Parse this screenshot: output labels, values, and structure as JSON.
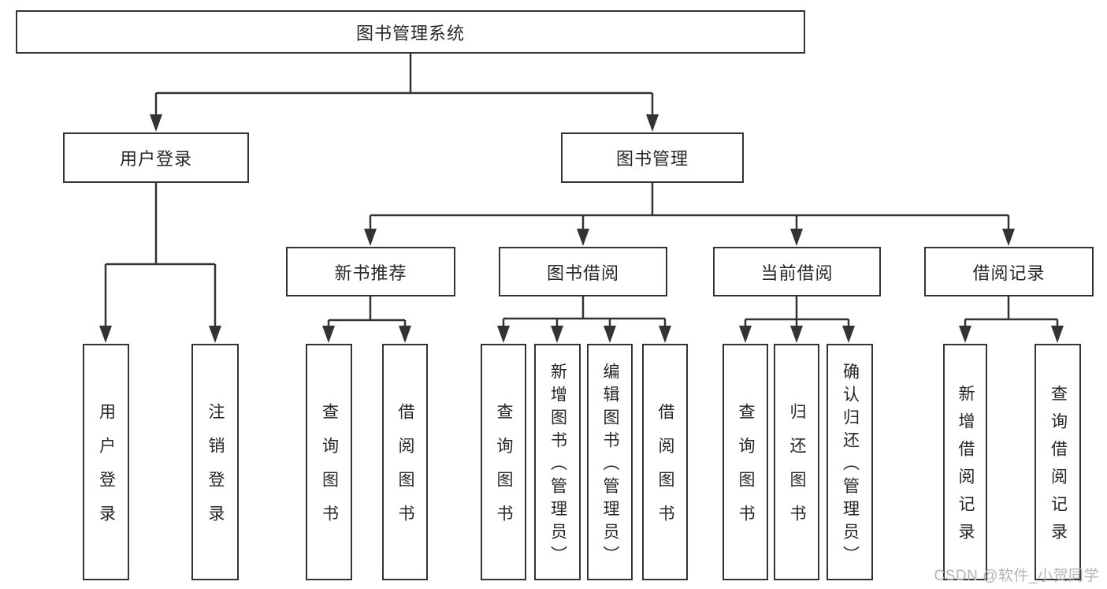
{
  "tree": {
    "root": {
      "label": "图书管理系统",
      "children": [
        {
          "label": "用户登录",
          "children": [
            {
              "label": "用户登录"
            },
            {
              "label": "注销登录"
            }
          ]
        },
        {
          "label": "图书管理",
          "children": [
            {
              "label": "新书推荐",
              "children": [
                {
                  "label": "查询图书"
                },
                {
                  "label": "借阅图书"
                }
              ]
            },
            {
              "label": "图书借阅",
              "children": [
                {
                  "label": "查询图书"
                },
                {
                  "label": "新增图书（管理员）"
                },
                {
                  "label": "编辑图书（管理员）"
                },
                {
                  "label": "借阅图书"
                }
              ]
            },
            {
              "label": "当前借阅",
              "children": [
                {
                  "label": "查询图书"
                },
                {
                  "label": "归还图书"
                },
                {
                  "label": "确认归还（管理员）"
                }
              ]
            },
            {
              "label": "借阅记录",
              "children": [
                {
                  "label": "新增借阅记录"
                },
                {
                  "label": "查询借阅记录"
                }
              ]
            }
          ]
        }
      ]
    }
  },
  "watermark": "CSDN @软件_小贺同学",
  "colors": {
    "line": "#333333",
    "text": "#262626",
    "watermark": "#b5b5b5",
    "background": "#ffffff"
  }
}
